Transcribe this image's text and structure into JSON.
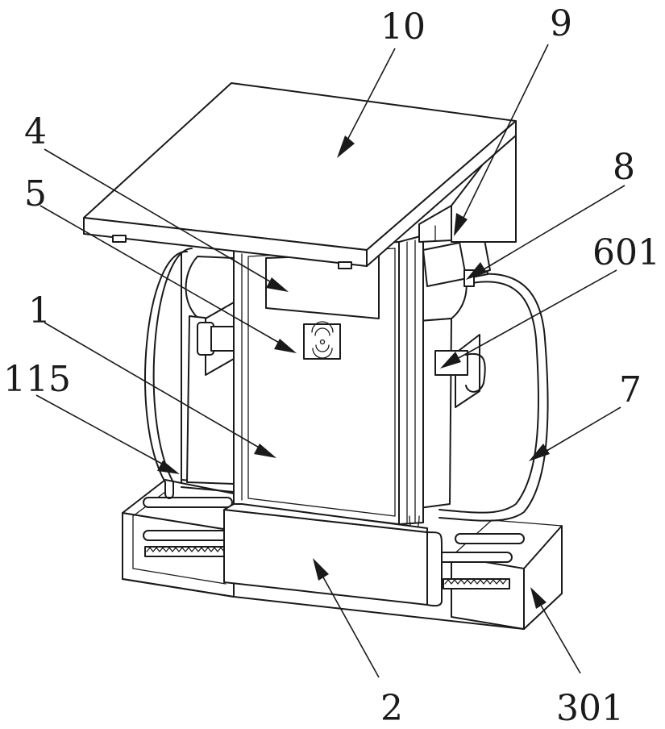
{
  "labels": {
    "l10": "10",
    "l9": "9",
    "l4": "4",
    "l8": "8",
    "l5": "5",
    "l601": "601",
    "l1": "1",
    "l115": "115",
    "l7": "7",
    "l2": "2",
    "l301": "301"
  }
}
